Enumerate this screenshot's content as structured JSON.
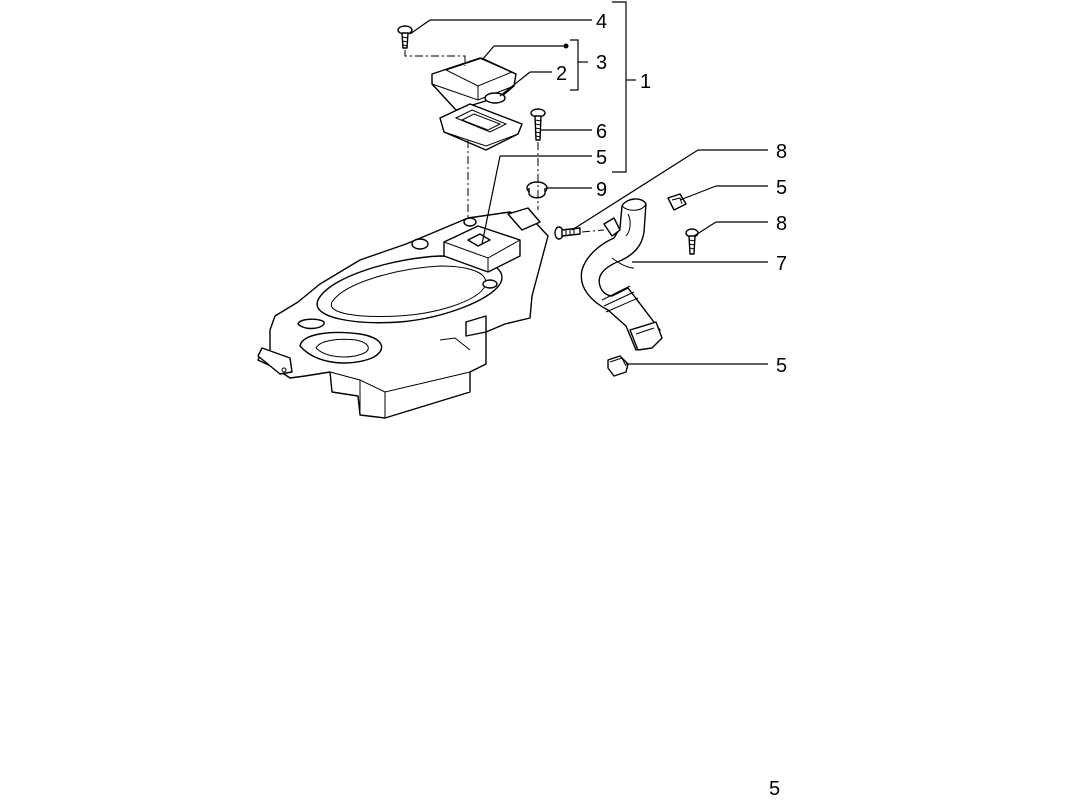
{
  "callouts": {
    "c4": "4",
    "c3": "3",
    "c2": "2",
    "c1": "1",
    "c6": "6",
    "c5a": "5",
    "c8a": "8",
    "c9": "9",
    "c5b": "5",
    "c8b": "8",
    "c7": "7",
    "c5c": "5"
  },
  "page_number": "5"
}
